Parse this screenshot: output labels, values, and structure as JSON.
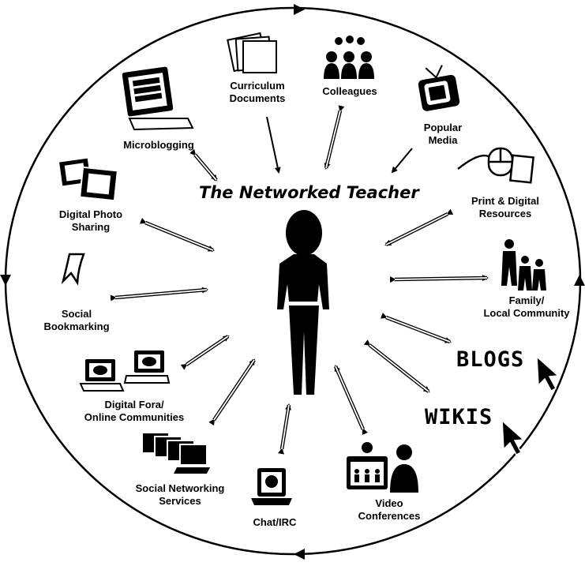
{
  "title": "The Networked Teacher",
  "nodes": {
    "curriculum": "Curriculum\nDocuments",
    "colleagues": "Colleagues",
    "popular_media": "Popular\nMedia",
    "print_digital": "Print & Digital\nResources",
    "family": "Family/\nLocal Community",
    "blogs": "BLOGS",
    "wikis": "WIKIS",
    "video": "Video\nConferences",
    "chat": "Chat/IRC",
    "social_networking": "Social Networking\nServices",
    "digital_fora": "Digital Fora/\nOnline Communities",
    "social_bookmarking": "Social\nBookmarking",
    "digital_photo": "Digital Photo\nSharing",
    "microblogging": "Microblogging"
  },
  "icons": [
    "documents-icon",
    "people-group-icon",
    "tv-icon",
    "computer-mouse-icon",
    "family-icon",
    "cursor-icon",
    "person-silhouette-icon",
    "video-conference-icon",
    "chat-laptop-icon",
    "networked-computers-icon",
    "laptops-icon",
    "bookmark-icon",
    "photos-icon",
    "monitor-icon"
  ]
}
